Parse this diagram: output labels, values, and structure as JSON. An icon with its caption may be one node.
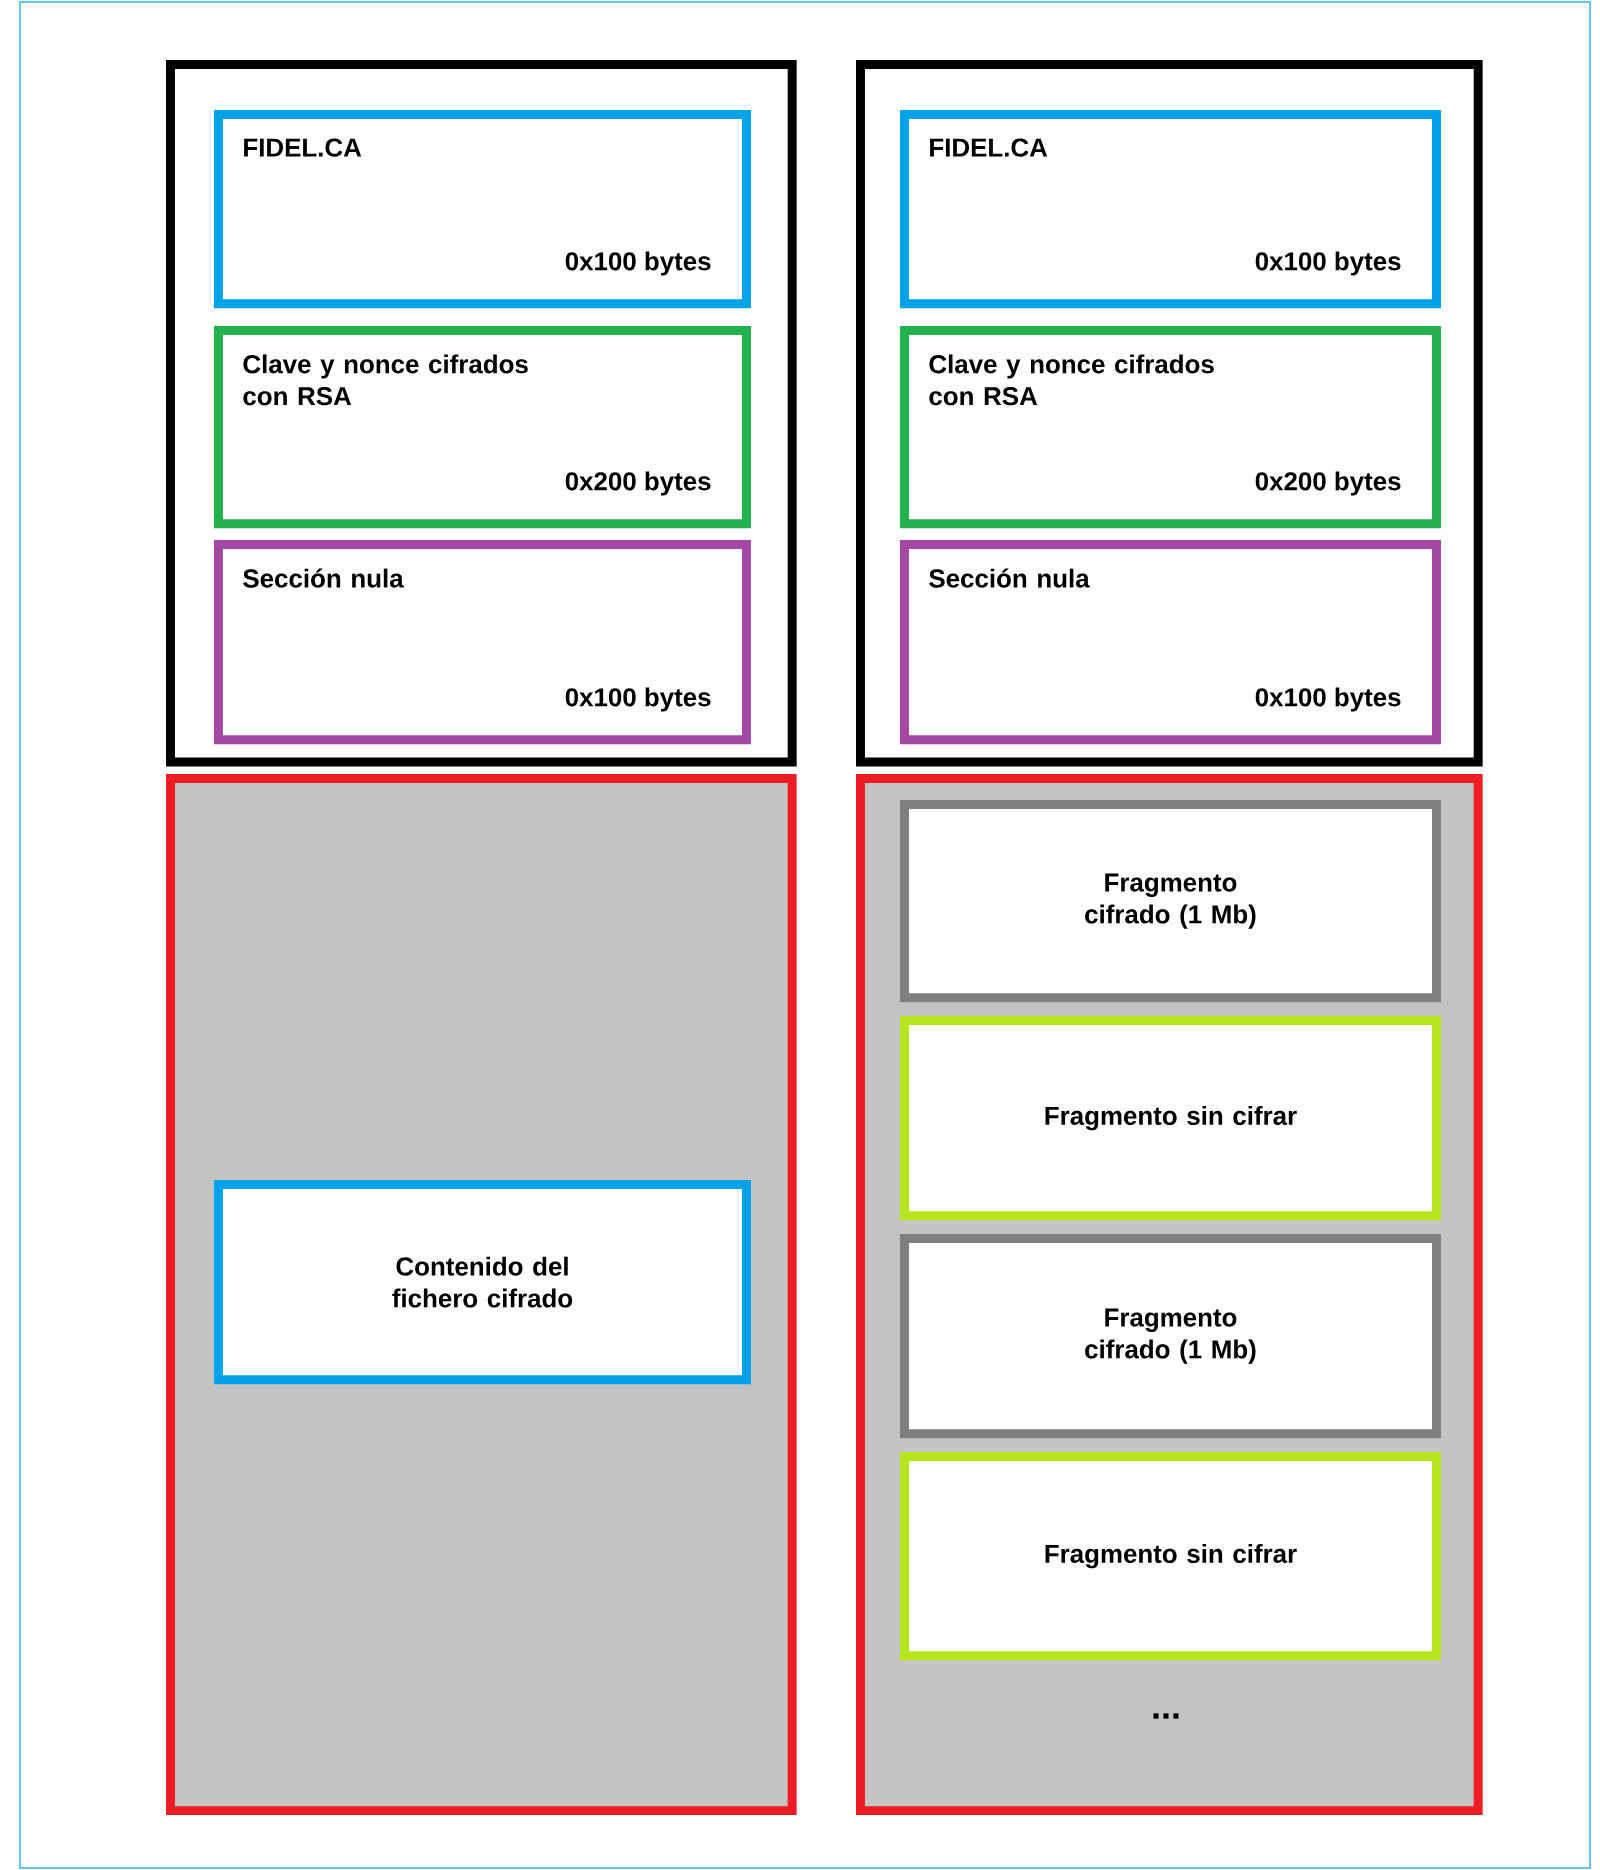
{
  "diagram": {
    "nodes": [
      {
        "text": [],
        "shape": "box"
      },
      {
        "text": [
          "FIDEL.CA",
          "0x100 bytes"
        ],
        "in": 0
      },
      {
        "text": [
          "Clave y nonce cifrados con RSA",
          "0x200 bytes"
        ],
        "in": 0
      },
      {
        "text": [
          "Sección nula",
          "0x100 bytes"
        ],
        "in": 0
      },
      {
        "text": [],
        "shape": "box"
      },
      {
        "text": [
          "FIDEL.CA",
          "0x100 bytes"
        ],
        "in": 4
      },
      {
        "text": [
          "Clave y nonce cifrados con RSA",
          "0x200 bytes"
        ],
        "in": 4
      },
      {
        "text": [
          "Sección nula",
          "0x100 bytes"
        ],
        "in": 4
      },
      {
        "text": [],
        "shape": "box"
      },
      {
        "text": [
          "Contenido del fichero cifrado"
        ],
        "in": 8
      },
      {
        "text": [],
        "shape": "box"
      },
      {
        "text": [
          "Fragmento cifrado (1 Mb)"
        ],
        "in": 10
      },
      {
        "text": [
          "Fragmento sin cifrar"
        ],
        "in": 10
      },
      {
        "text": [
          "Fragmento cifrado (1 Mb)"
        ],
        "in": 10
      },
      {
        "text": [
          "Fragmento sin cifrar"
        ],
        "in": 10
      }
    ],
    "labels": [
      "..."
    ]
  }
}
